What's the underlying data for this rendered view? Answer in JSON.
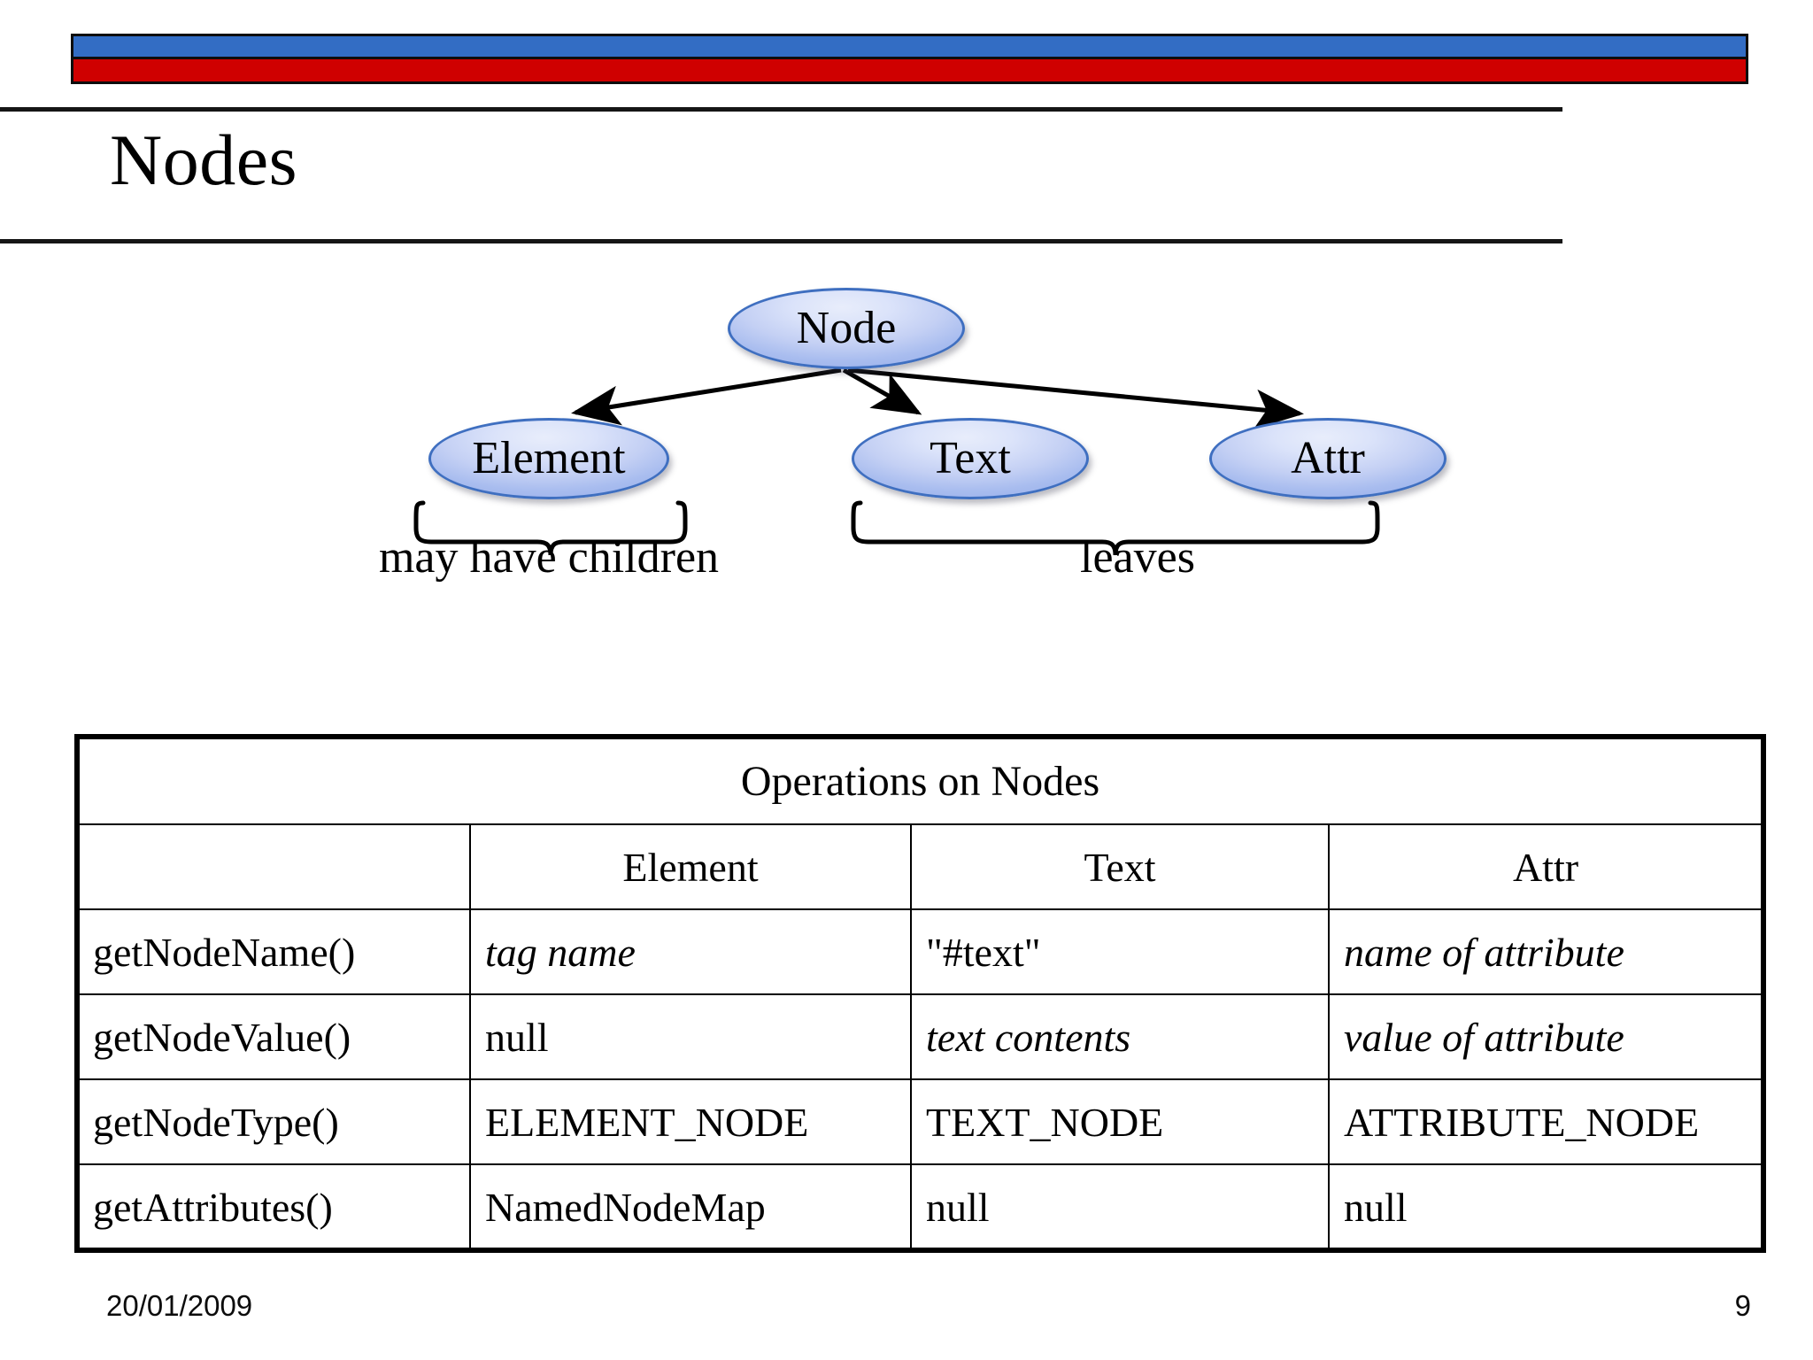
{
  "slide": {
    "title": "Nodes",
    "decor": {
      "bar_top_color": "#336dc4",
      "bar_bottom_color": "#cf0000",
      "bar_border_color": "#0d0d0d",
      "rule_color": "#151515"
    }
  },
  "diagram": {
    "root": {
      "label": "Node"
    },
    "children": [
      {
        "label": "Element"
      },
      {
        "label": "Text"
      },
      {
        "label": "Attr"
      }
    ],
    "node_fill_light": "#e8edfb",
    "node_fill_dark": "#9db3ec",
    "node_border_color": "#3f6fc0",
    "braces": [
      {
        "label": "may have children",
        "covers": [
          "Element"
        ]
      },
      {
        "label": "leaves",
        "covers": [
          "Text",
          "Attr"
        ]
      }
    ]
  },
  "table": {
    "caption": "Operations on Nodes",
    "columns": [
      "",
      "Element",
      "Text",
      "Attr"
    ],
    "rows": [
      {
        "operation": "getNodeName()",
        "element": "tag name",
        "element_italic": true,
        "text": "\"#text\"",
        "text_italic": false,
        "attr": "name of attribute",
        "attr_italic": true
      },
      {
        "operation": "getNodeValue()",
        "element": "null",
        "element_italic": false,
        "text": "text contents",
        "text_italic": true,
        "attr": "value of attribute",
        "attr_italic": true
      },
      {
        "operation": "getNodeType()",
        "element": "ELEMENT_NODE",
        "element_italic": false,
        "text": "TEXT_NODE",
        "text_italic": false,
        "attr": "ATTRIBUTE_NODE",
        "attr_italic": false
      },
      {
        "operation": "getAttributes()",
        "element": "NamedNodeMap",
        "element_italic": false,
        "text": "null",
        "text_italic": false,
        "attr": "null",
        "attr_italic": false
      }
    ]
  },
  "footer": {
    "date": "20/01/2009",
    "page_number": "9"
  }
}
